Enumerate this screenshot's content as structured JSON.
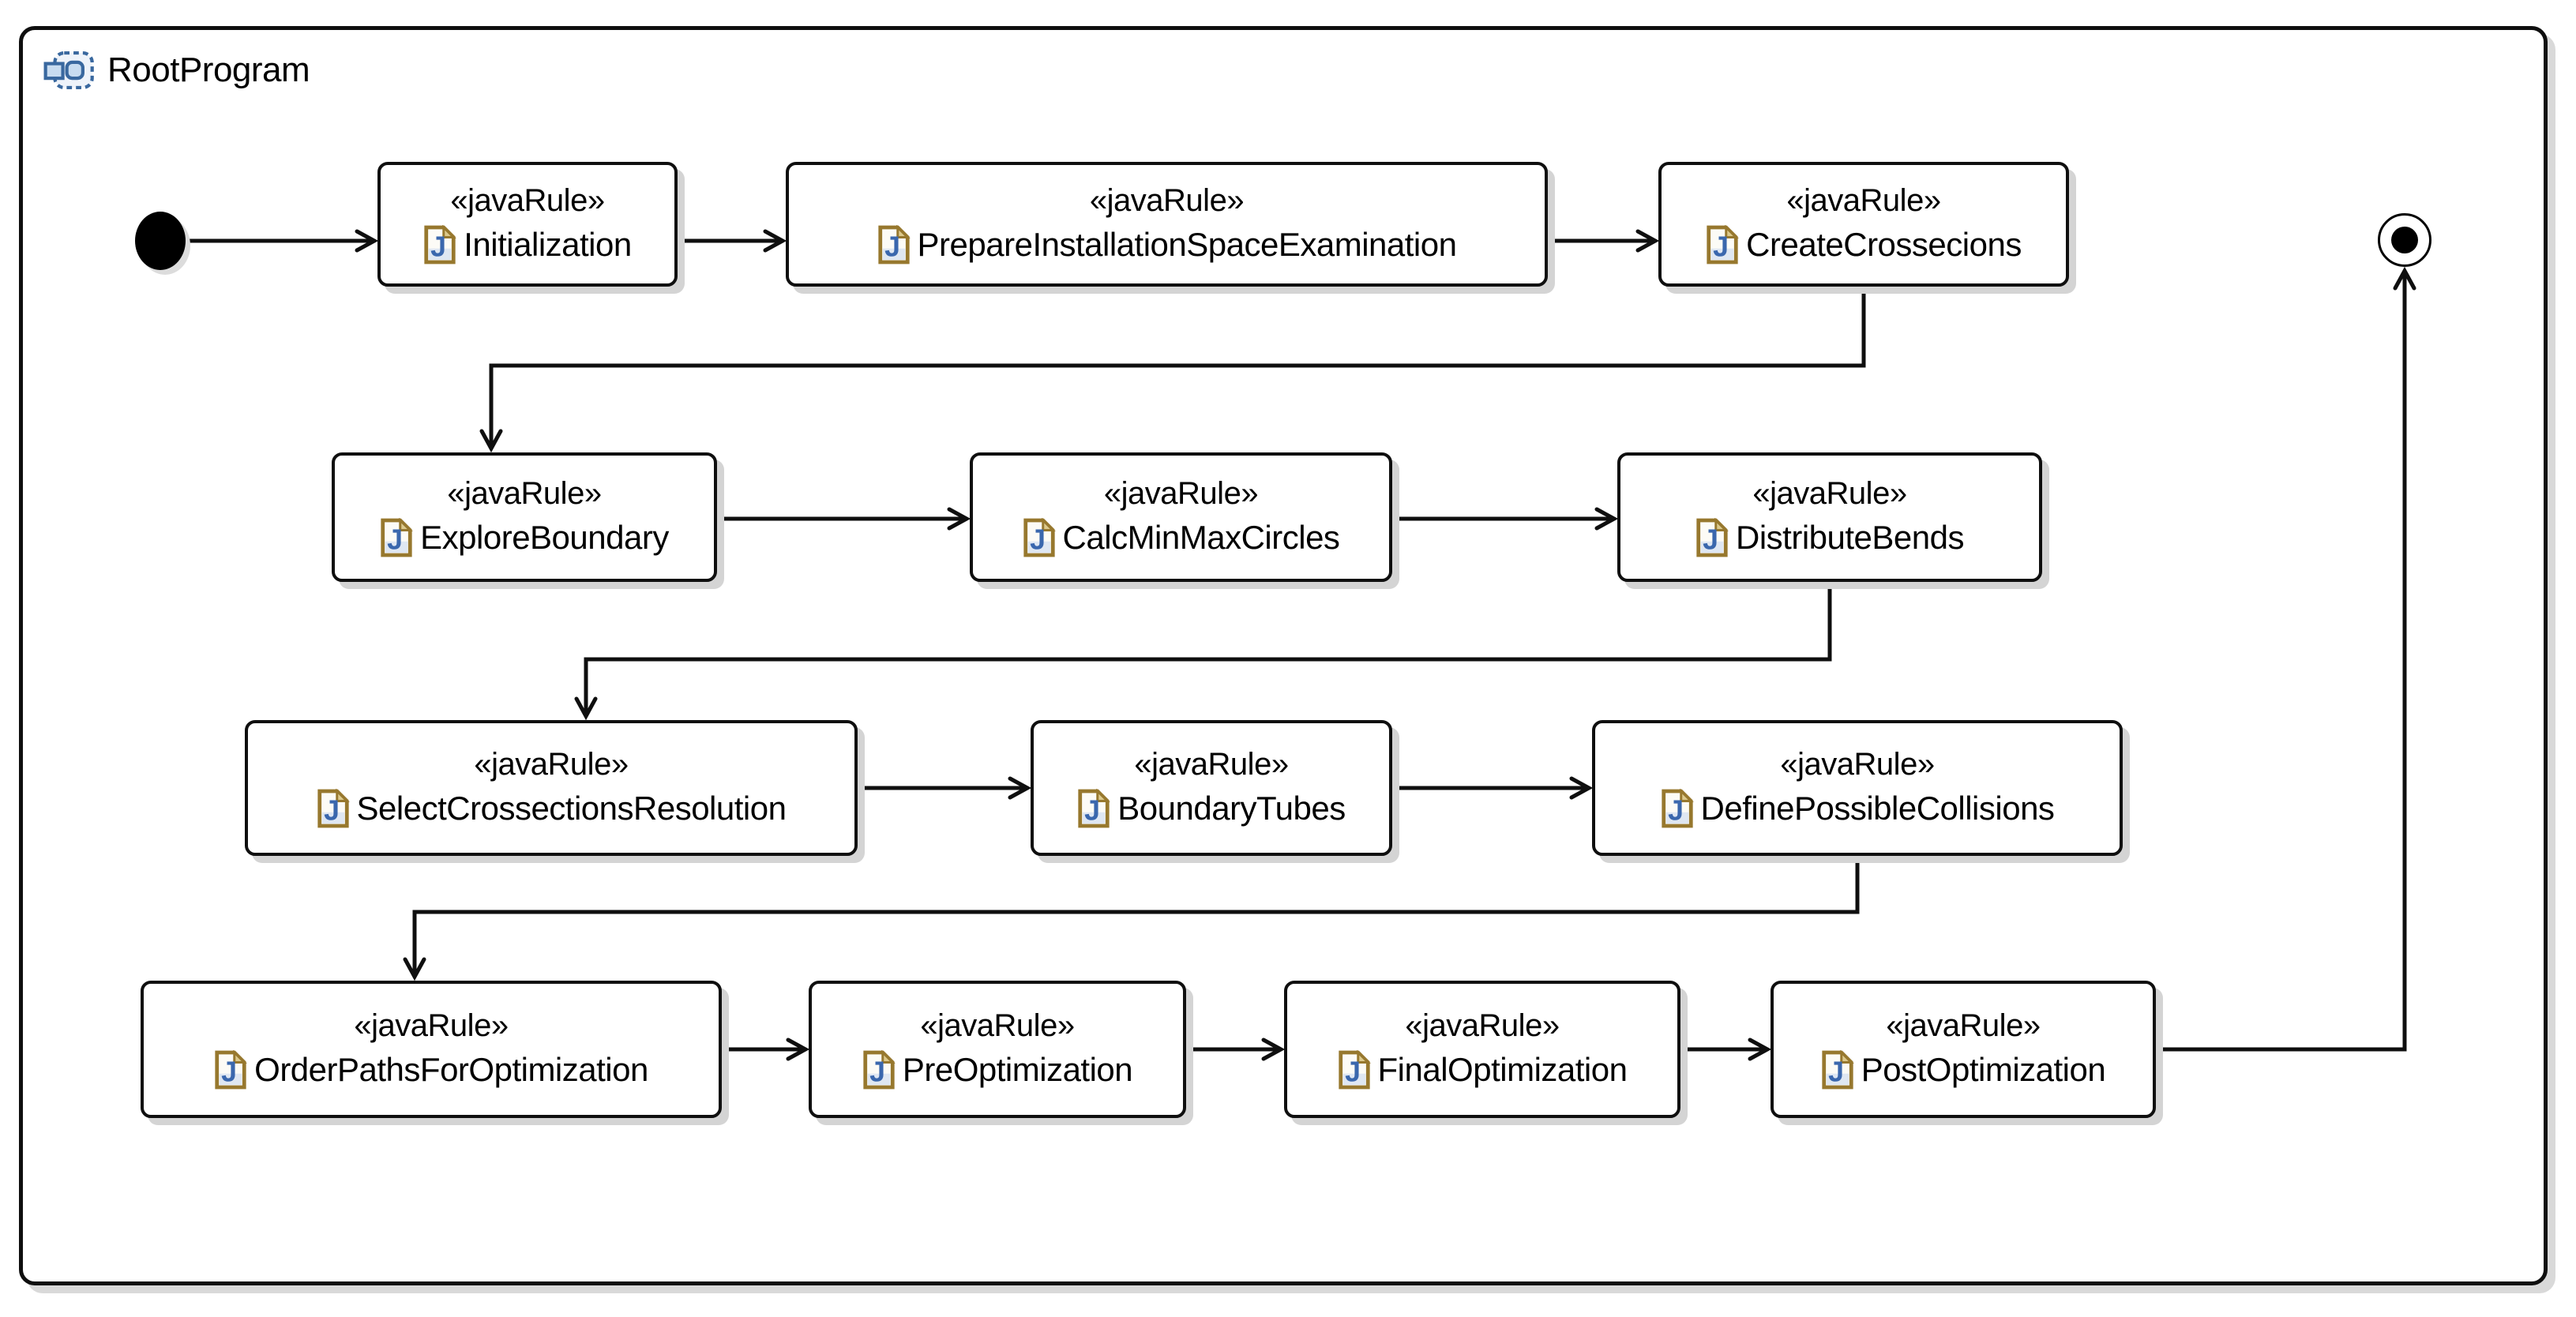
{
  "diagram": {
    "type": "uml-activity-diagram",
    "frame_title": "RootProgram",
    "colors": {
      "node_border": "#0f0f0f",
      "node_fill": "#ffffff",
      "shadow_gray": "#d4d4d4",
      "icon_blue": "#3a67ad",
      "icon_gold": "#97782e",
      "icon_light_blue_fill": "#c8dcf0"
    },
    "icons": {
      "header_icon": "activity-diagram-icon",
      "node_icon": "java-file-icon"
    },
    "activities": [
      {
        "id": "Initialization",
        "stereotype": "«javaRule»",
        "name": "Initialization"
      },
      {
        "id": "PrepareInstallationSpaceExamination",
        "stereotype": "«javaRule»",
        "name": "PrepareInstallationSpaceExamination"
      },
      {
        "id": "CreateCrossecions",
        "stereotype": "«javaRule»",
        "name": "CreateCrossecions"
      },
      {
        "id": "ExploreBoundary",
        "stereotype": "«javaRule»",
        "name": "ExploreBoundary"
      },
      {
        "id": "CalcMinMaxCircles",
        "stereotype": "«javaRule»",
        "name": "CalcMinMaxCircles"
      },
      {
        "id": "DistributeBends",
        "stereotype": "«javaRule»",
        "name": "DistributeBends"
      },
      {
        "id": "SelectCrossectionsResolution",
        "stereotype": "«javaRule»",
        "name": "SelectCrossectionsResolution"
      },
      {
        "id": "BoundaryTubes",
        "stereotype": "«javaRule»",
        "name": "BoundaryTubes"
      },
      {
        "id": "DefinePossibleCollisions",
        "stereotype": "«javaRule»",
        "name": "DefinePossibleCollisions"
      },
      {
        "id": "OrderPathsForOptimization",
        "stereotype": "«javaRule»",
        "name": "OrderPathsForOptimization"
      },
      {
        "id": "PreOptimization",
        "stereotype": "«javaRule»",
        "name": "PreOptimization"
      },
      {
        "id": "FinalOptimization",
        "stereotype": "«javaRule»",
        "name": "FinalOptimization"
      },
      {
        "id": "PostOptimization",
        "stereotype": "«javaRule»",
        "name": "PostOptimization"
      }
    ],
    "control_nodes": [
      {
        "id": "initial-node",
        "kind": "initial"
      },
      {
        "id": "activity-final-node",
        "kind": "final"
      }
    ],
    "edges": [
      {
        "from": "initial-node",
        "to": "Initialization"
      },
      {
        "from": "Initialization",
        "to": "PrepareInstallationSpaceExamination"
      },
      {
        "from": "PrepareInstallationSpaceExamination",
        "to": "CreateCrossecions"
      },
      {
        "from": "CreateCrossecions",
        "to": "ExploreBoundary"
      },
      {
        "from": "ExploreBoundary",
        "to": "CalcMinMaxCircles"
      },
      {
        "from": "CalcMinMaxCircles",
        "to": "DistributeBends"
      },
      {
        "from": "DistributeBends",
        "to": "SelectCrossectionsResolution"
      },
      {
        "from": "SelectCrossectionsResolution",
        "to": "BoundaryTubes"
      },
      {
        "from": "BoundaryTubes",
        "to": "DefinePossibleCollisions"
      },
      {
        "from": "DefinePossibleCollisions",
        "to": "OrderPathsForOptimization"
      },
      {
        "from": "OrderPathsForOptimization",
        "to": "PreOptimization"
      },
      {
        "from": "PreOptimization",
        "to": "FinalOptimization"
      },
      {
        "from": "FinalOptimization",
        "to": "PostOptimization"
      },
      {
        "from": "PostOptimization",
        "to": "activity-final-node"
      }
    ]
  }
}
